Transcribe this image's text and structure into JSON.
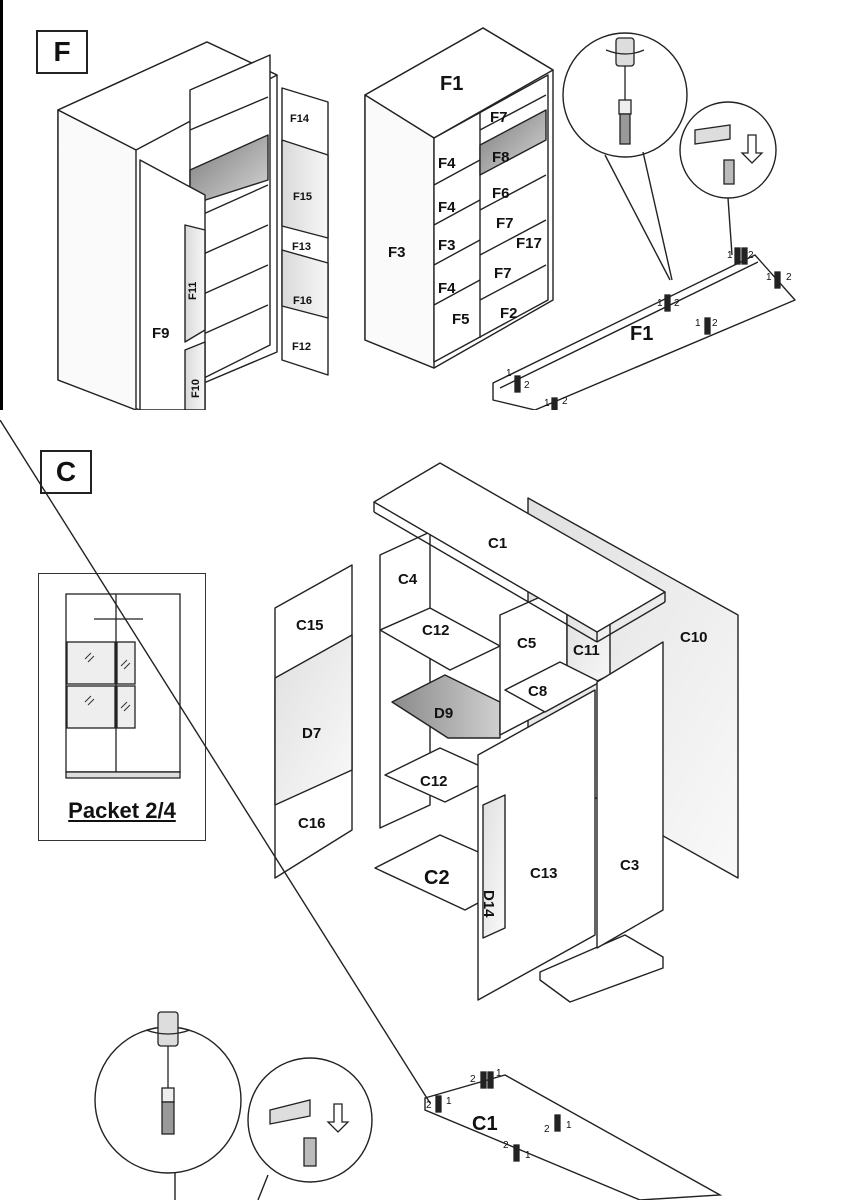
{
  "sections": [
    {
      "id": "F",
      "badge": "F",
      "left_cabinet": {
        "panels": [
          "F9",
          "F11",
          "F10"
        ],
        "door_panels": [
          "F14",
          "F15",
          "F13",
          "F16",
          "F12"
        ]
      },
      "right_cabinet": {
        "top": "F1",
        "side": "F3",
        "shelves": [
          "F7",
          "F8",
          "F6",
          "F7",
          "F17",
          "F7",
          "F2",
          "F4",
          "F4",
          "F3",
          "F4",
          "F5"
        ]
      },
      "board": {
        "label": "F1"
      },
      "hardware": {
        "callout_numbers": [
          "1",
          "2"
        ]
      }
    },
    {
      "id": "C",
      "badge": "C",
      "packet": {
        "label": "Packet 2/4"
      },
      "door_left": [
        "C15",
        "D7",
        "C16"
      ],
      "carcass": [
        "C1",
        "C4",
        "C12",
        "C5",
        "C11",
        "C8",
        "D9",
        "C12",
        "C2",
        "C13",
        "D14",
        "C3",
        "C10"
      ],
      "board": {
        "label": "C1"
      },
      "hardware": {
        "callout_numbers": [
          "1",
          "2"
        ]
      }
    }
  ],
  "colors": {
    "line": "#222222",
    "panel_light": "#f4f4f4",
    "panel_shade": "#9a9a9a",
    "glass": "#e8e8e8"
  }
}
